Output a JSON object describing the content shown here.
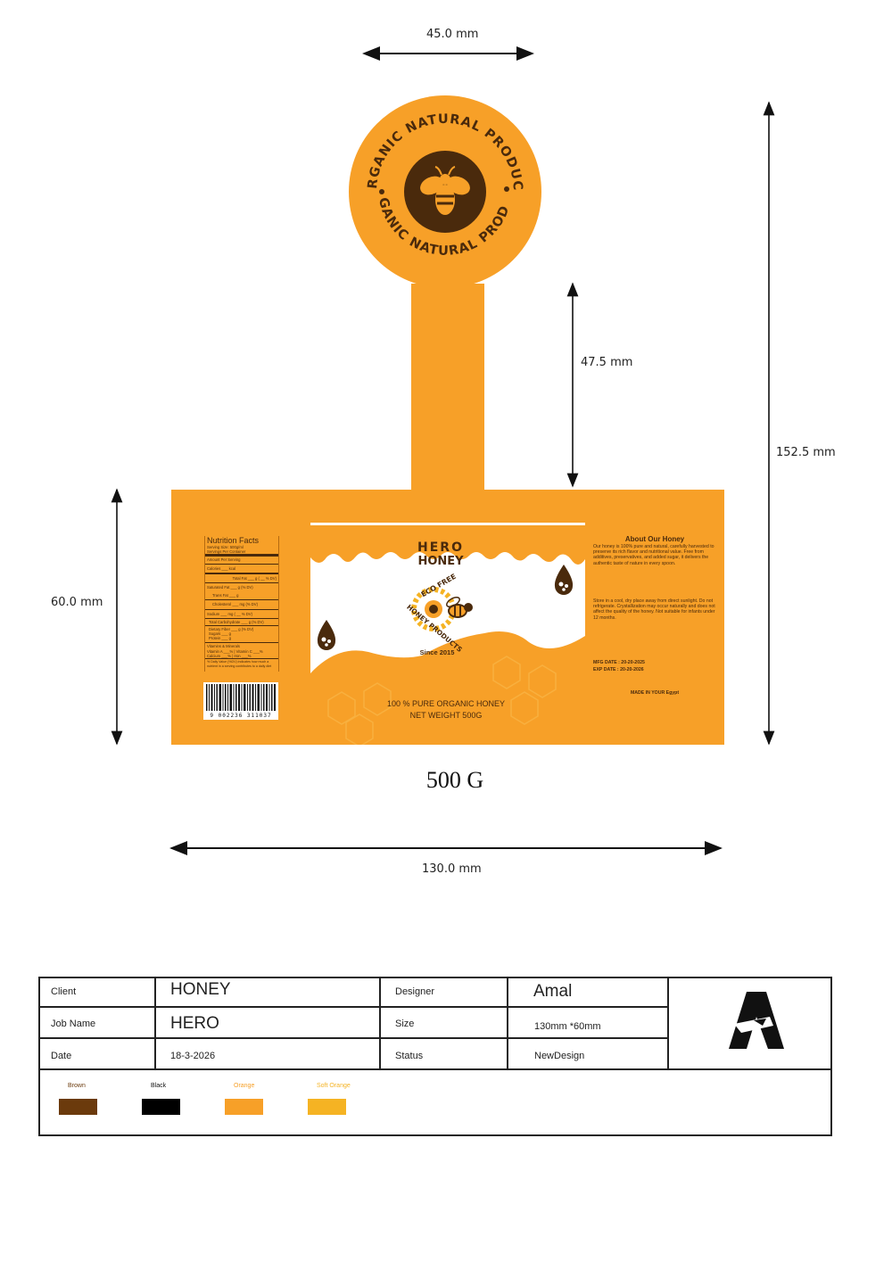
{
  "dimensions": {
    "top_width": "45.0 mm",
    "neck_height": "47.5 mm",
    "total_height": "152.5 mm",
    "label_height": "60.0 mm",
    "label_width": "130.0 mm"
  },
  "tag": {
    "ring_text_top": "ORGANIC NATURAL PRODUCT",
    "ring_text_bottom": "ORGANIC NATURAL PRODUCT"
  },
  "nutrition": {
    "title": "Nutrition Facts",
    "serving_size": "Serving Size: 500g/ml",
    "servings": "Servings Per Container",
    "amount": "Amount Per Serving",
    "calories": "Calories ___ kcal",
    "total_fat": "Total Fat ___ g ( __ % DV)",
    "saturated": "Saturated Fat ___ g (% DV)",
    "trans": "Trans Fat ___ g",
    "cholesterol": "Cholesterol ___ mg (% DV)",
    "sodium": "Sodium ___ mg ( __ % DV)",
    "carbs": "Total Carbohydrate ___ g (% DV)",
    "fiber": "Dietary Fiber ___ g (% DV)",
    "sugars": "Sugars ___ g",
    "protein": "Protein ___ g",
    "vitamins": "Vitamins & Minerals",
    "vitamin_line1": "Vitamin A ___% | Vitamin C ___%",
    "vitamin_line2": "Calcium ___% | Iron ___%",
    "footnote": "% Daily Value (%DV) indicates how much a nutrient in a serving contributes to a daily diet"
  },
  "barcode": {
    "digits": "9 002236 311037"
  },
  "brand": {
    "name_line1": "HERO",
    "name_line2": "HONEY",
    "badge_top": "ECO FREE",
    "badge_bottom": "HONEY PRODUCTS",
    "since": "Since 2015",
    "pure": "100 % PURE ORGANIC HONEY",
    "weight": "NET WEIGHT 500G"
  },
  "about": {
    "title": "About Our Honey",
    "body": "Our honey is 100% pure and natural, carefully harvested to preserve its rich flavor and nutritional value. Free from additives, preservatives, and added sugar, it delivers the authentic taste of nature in every spoon.",
    "storage": "Store in a cool, dry place away from direct sunlight. Do not refrigerate. Crystallization may occur naturally and does not affect the quality of the honey. Not suitable for infants under 12 months.",
    "mfg": "MFG DATE : 20-20-2025",
    "exp": "EXP DATE : 20-20-2026",
    "made_in": "MADE IN YOUR Egypt"
  },
  "weight_caption": "500 G",
  "title_block": {
    "client_label": "Client",
    "client_value": "HONEY",
    "job_label": "Job Name",
    "job_value": "HERO",
    "date_label": "Date",
    "date_value": "18-3-2026",
    "designer_label": "Designer",
    "designer_value": "Amal",
    "size_label": "Size",
    "size_value": "130mm *60mm",
    "status_label": "Status",
    "status_value": "NewDesign",
    "swatches": [
      {
        "name": "Brown",
        "color": "#6b3a0c",
        "label_color": "#6b3a0c"
      },
      {
        "name": "Black",
        "color": "#000000",
        "label_color": "#111111"
      },
      {
        "name": "Orange",
        "color": "#f7a028",
        "label_color": "#f7a028"
      },
      {
        "name": "Soft Orange",
        "color": "#f5b323",
        "label_color": "#f5b323"
      }
    ]
  },
  "colors": {
    "orange": "#f7a028",
    "brown": "#4a2a0c",
    "soft_orange": "#f5b323"
  }
}
